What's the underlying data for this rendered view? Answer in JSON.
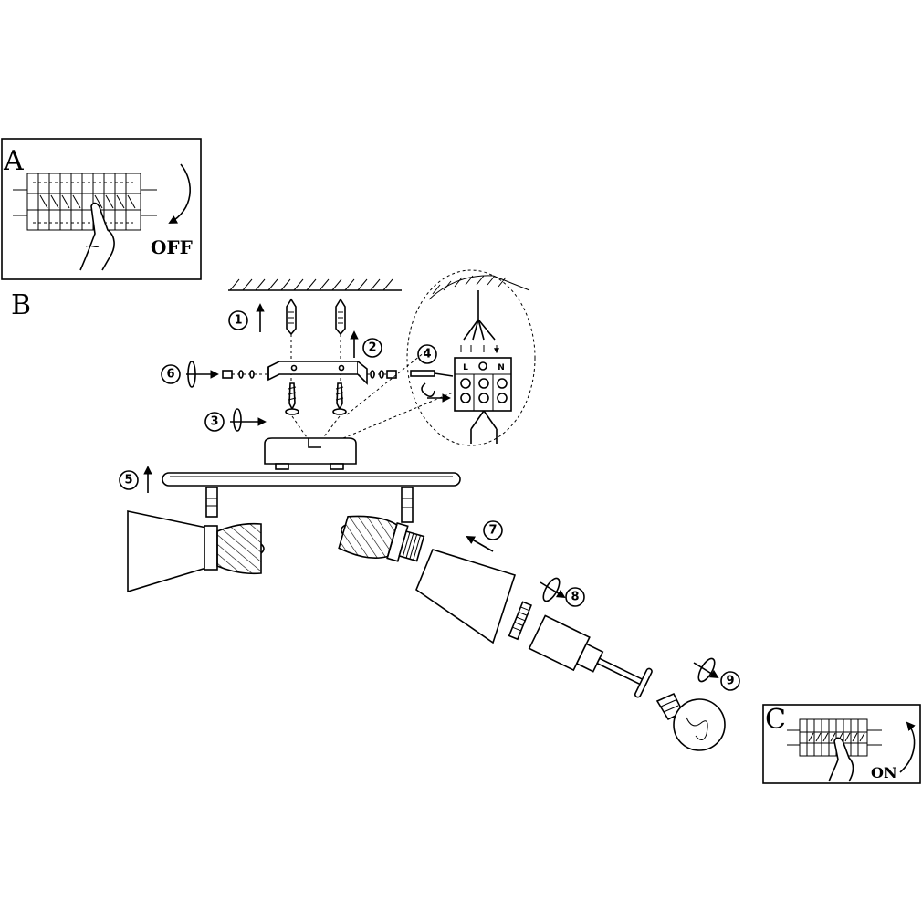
{
  "panels": {
    "a": {
      "letter": "A",
      "state": "OFF"
    },
    "b": {
      "letter": "B"
    },
    "c": {
      "letter": "C",
      "state": "ON"
    }
  },
  "steps": [
    "1",
    "2",
    "3",
    "4",
    "5",
    "6",
    "7",
    "8",
    "9"
  ],
  "terminals": {
    "live": "L",
    "neutral": "N"
  }
}
